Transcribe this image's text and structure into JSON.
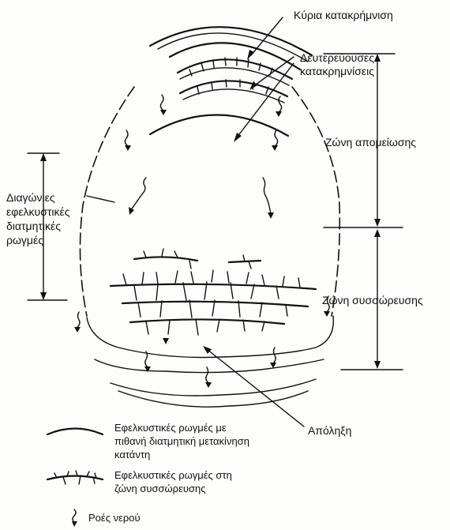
{
  "labels": {
    "main_scarp": "Κύρια κατακρήμνιση",
    "secondary_scarps_line1": "Δευτερεύουσες",
    "secondary_scarps_line2": "κατακρημνίσεις",
    "depletion_zone": "Ζώνη απομείωσης",
    "accumulation_zone": "Ζώνη συσσώρευσης",
    "toe": "Απόληξη",
    "diagonal_cracks_line1": "Διαγώνιες",
    "diagonal_cracks_line2": "εφελκυστικές",
    "diagonal_cracks_line3": "διατμητικές",
    "diagonal_cracks_line4": "ρωγμές"
  },
  "legend": {
    "tension_cracks_line1": "Εφελκυστικές ρωγμές με",
    "tension_cracks_line2": "πιθανή διατμητική μετακίνηση",
    "tension_cracks_line3": "κατάντη",
    "accumulation_cracks_line1": "Εφελκυστικές ρωγμές στη",
    "accumulation_cracks_line2": "ζώνη συσσώρευσης",
    "water_flows": "Ροές νερού"
  },
  "icons": {
    "tension_crack": "curved-crack-icon",
    "accumulation_crack": "jagged-crack-icon",
    "water_flow": "water-flow-squiggle-icon"
  },
  "colors": {
    "ink": "#111111",
    "paper": "#fdfdfc"
  }
}
